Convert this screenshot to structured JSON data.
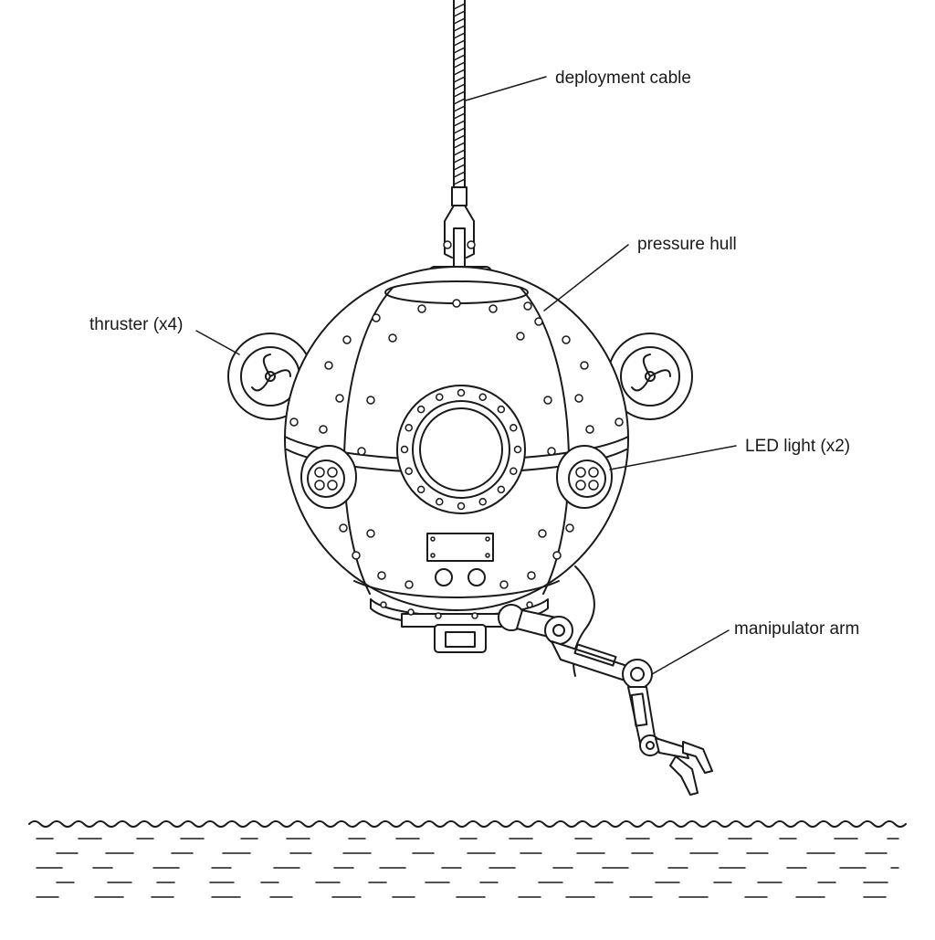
{
  "labels": {
    "deployment_cable": "deployment cable",
    "pressure_hull": "pressure hull",
    "thruster": "thruster (x4)",
    "led_light": "LED light (x2)",
    "manipulator_arm": "manipulator arm"
  },
  "colors": {
    "ink": "#1a1a1a",
    "background": "#ffffff"
  }
}
